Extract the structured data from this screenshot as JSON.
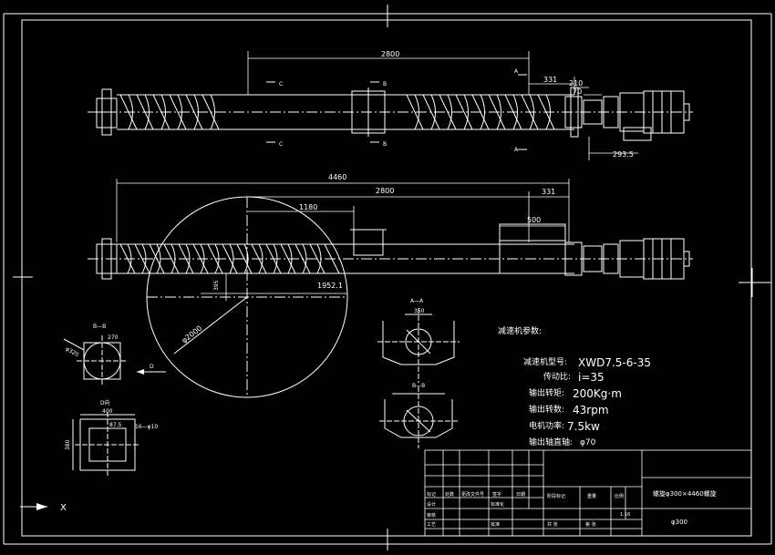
{
  "dims": {
    "top_total": "2800",
    "top_331": "331",
    "top_210": "210",
    "top_70": "70",
    "top_293": "293.5",
    "mid_total": "4460",
    "mid_2800": "2800",
    "mid_331": "331",
    "mid_1180": "1180",
    "mid_500": "500",
    "mid_1952": "1952.1",
    "mid_395": "395",
    "mid_dia": "φ2000"
  },
  "section_marks": {
    "a": "A",
    "b": "B",
    "c": "C",
    "aa": "A—A",
    "bb": "B—B",
    "dd": "D向",
    "d": "D",
    "s350": "350",
    "s270": "270",
    "s400": "400",
    "s875": "87.5",
    "s380": "380",
    "s16": "16—φ10",
    "s320": "φ320"
  },
  "reducer_params": {
    "heading": "减速机参数:",
    "model_label": "减速机型号:",
    "model_value": "XWD7.5-6-35",
    "ratio_label": "传动比:",
    "ratio_value": "i=35",
    "torque_label": "输出转矩:",
    "torque_value": "200Kg·m",
    "speed_label": "输出转数:",
    "speed_value": "43rpm",
    "power_label": "电机功率:",
    "power_value": "7.5kw",
    "shaft_label": "输出轴直轴:",
    "shaft_value": "φ70"
  },
  "title_block": {
    "title": "螺旋φ300×4460螺旋",
    "spec": "φ300",
    "scale": "1:16",
    "r1": "标记",
    "r2": "处数",
    "r3": "更改文件号",
    "r4": "签字",
    "r5": "日期",
    "r6": "设计",
    "r7": "标准化",
    "r8": "阶段标记",
    "r9": "重量",
    "r10": "比例",
    "r11": "审核",
    "r12": "工艺",
    "r13": "批准",
    "r14": "共  张",
    "r15": "第  张"
  },
  "colors": {
    "background": "#000000",
    "line": "#ffffff"
  }
}
